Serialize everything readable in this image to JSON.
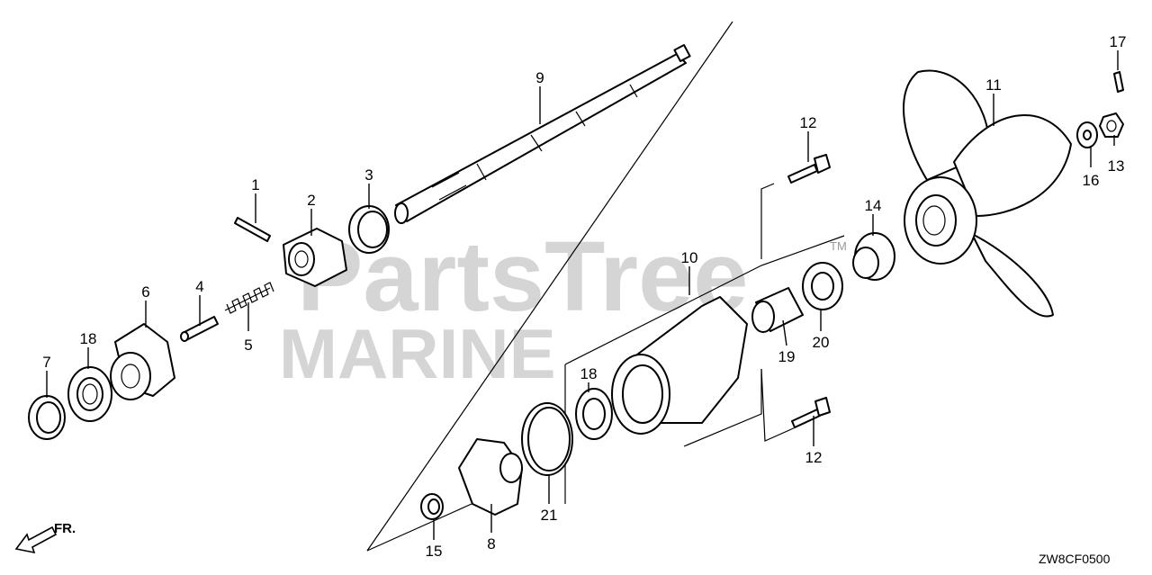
{
  "diagram": {
    "callouts": [
      "1",
      "2",
      "3",
      "4",
      "5",
      "6",
      "7",
      "8",
      "9",
      "10",
      "11",
      "12",
      "12",
      "13",
      "14",
      "15",
      "16",
      "17",
      "18",
      "18",
      "19",
      "20",
      "21"
    ],
    "watermark_line1": "PartsTree",
    "watermark_line2": "MARINE",
    "trademark": "TM",
    "direction_label": "FR.",
    "diagram_code": "ZW8CF0500"
  }
}
